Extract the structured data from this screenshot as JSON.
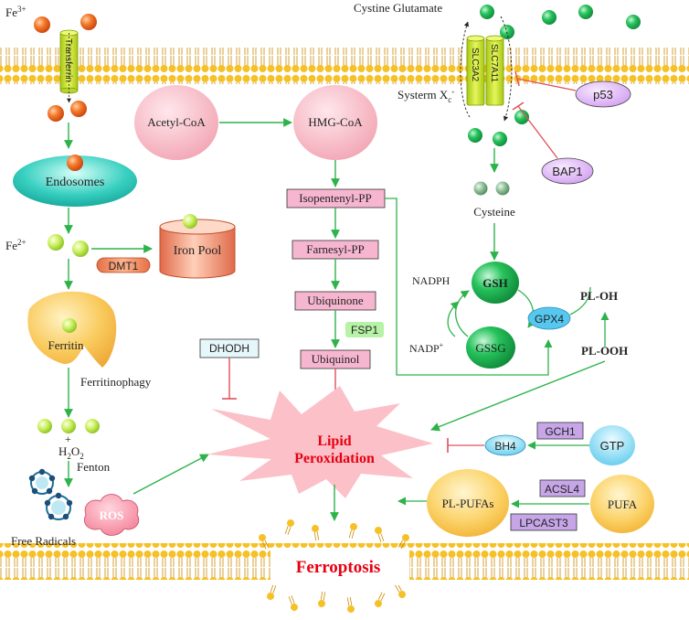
{
  "labels": {
    "fe3": "Fe",
    "fe3_sup": "3+",
    "transferrin": "Transferrin",
    "endosomes": "Endosomes",
    "fe2": "Fe",
    "fe2_sup": "2+",
    "iron_pool": "Iron Pool",
    "dmt1": "DMT1",
    "ferritin": "Ferritin",
    "ferritinophagy": "Ferritinophagy",
    "h2o2_plus": "+",
    "h2o2_h": "H",
    "h2o2_sub2": "2",
    "h2o2_o": "O",
    "h2o2_sub2b": "2",
    "fenton": "Fenton",
    "free_radicals": "Free Radicals",
    "ros": "ROS",
    "acetyl_coa": "Acetyl-CoA",
    "hmg_coa": "HMG-CoA",
    "isopentenyl_pp": "Isopentenyl-PP",
    "farnesyl_pp": "Farnesyl-PP",
    "ubiquinone": "Ubiquinone",
    "fsp1": "FSP1",
    "ubiquinol": "Ubiquinol",
    "dhodh": "DHODH",
    "lipid": "Lipid",
    "peroxidation": "Peroxidation",
    "ferroptosis": "Ferroptosis",
    "cystine_glutamate": "Cystine Glutamate",
    "slc7a11": "SLC7A11",
    "slc3a2": "SLC3A2",
    "system_xc": "Systerm X",
    "system_xc_sub": "c",
    "system_xc_sup": "-",
    "p53": "p53",
    "bap1": "BAP1",
    "cysteine": "Cysteine",
    "gsh": "GSH",
    "gssg": "GSSG",
    "nadph": "NADPH",
    "nadp": "NADP",
    "nadp_sup": "+",
    "gpx4": "GPX4",
    "pl_oh": "PL-OH",
    "pl_ooh": "PL-OOH",
    "gch1": "GCH1",
    "bh4": "BH4",
    "gtp": "GTP",
    "pl_pufas": "PL-PUFAs",
    "acsl4": "ACSL4",
    "lpcast3": "LPCAST3",
    "pufa": "PUFA"
  },
  "colors": {
    "arrow_green": "#2db34a",
    "inhibit_red": "#e0505a",
    "iron_orange": "#f26d21",
    "membrane_yellow": "#f4c430",
    "sphere_green": "#22bb55",
    "endosome_teal": "#2ec4b6",
    "pink_box": "#f4a6c8",
    "title_red": "#e60012"
  }
}
